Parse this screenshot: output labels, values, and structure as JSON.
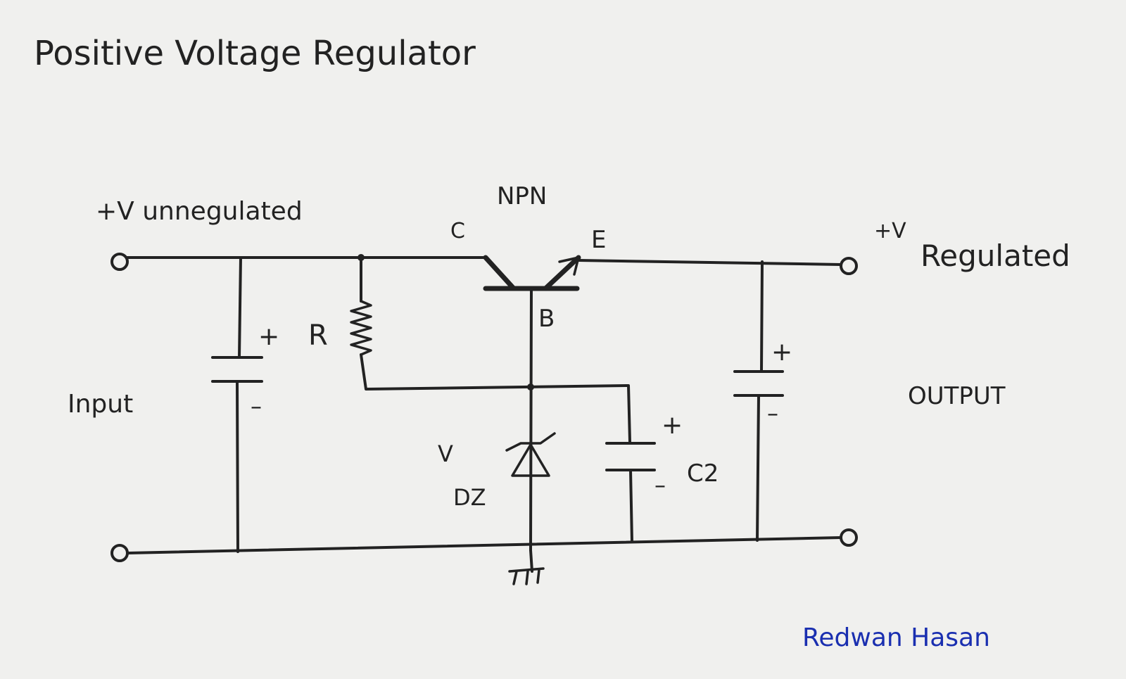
{
  "title": "Positive Voltage Regulator",
  "labels": {
    "input_top": "+V unnegulated",
    "transistor_type": "NPN",
    "collector": "C",
    "emitter": "E",
    "base": "B",
    "output_plus": "+V",
    "output_regulated": "Regulated",
    "resistor": "R",
    "input": "Input",
    "output": "OUTPUT",
    "zener_v": "V",
    "zener_dz": "DZ",
    "c2": "C2",
    "plus": "+",
    "minus": "–",
    "author": "Redwan Hasan"
  },
  "colors": {
    "ink": "#222222",
    "signature": "#1a2fb0",
    "background": "#f0f0ee"
  }
}
